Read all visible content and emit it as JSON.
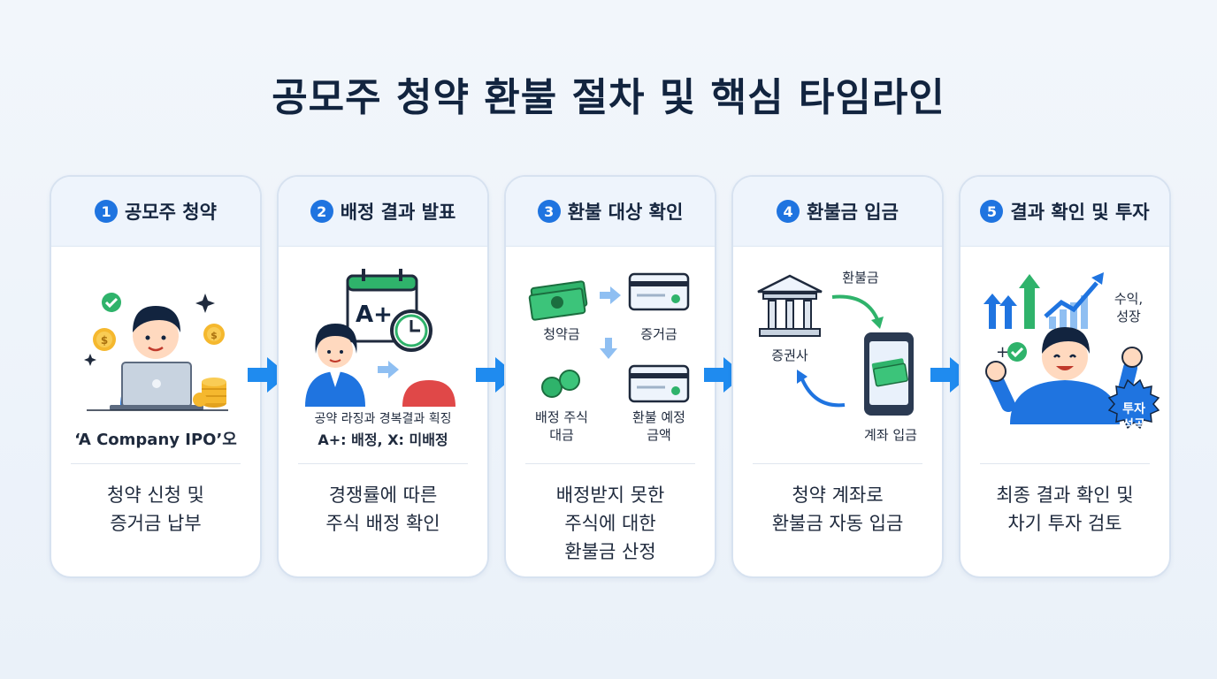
{
  "title": "공모주 청약 환불 절차 및 핵심 타임라인",
  "steps": [
    {
      "num": "1",
      "title": "공모주 청약",
      "caption": "‘A Company IPO’오",
      "desc_lines": [
        "청약 신청 및",
        "증거금 납부"
      ]
    },
    {
      "num": "2",
      "title": "배정 결과 발표",
      "calendar_grade": "A+",
      "caption_line1": "공약 라징과 경복결과 획징",
      "caption_line2": "A+: 배정, X: 미배정",
      "desc_lines": [
        "경쟁률에 따른",
        "주식 배정 확인"
      ]
    },
    {
      "num": "3",
      "title": "환불 대상 확인",
      "labels": {
        "subscription": "청약금",
        "deposit": "증거금",
        "allotted_line1": "배정 주식",
        "allotted_line2": "대금",
        "refund_line1": "환불 예정",
        "refund_line2": "금액"
      },
      "desc_lines": [
        "배정받지 못한",
        "주식에 대한",
        "환불금 산정"
      ]
    },
    {
      "num": "4",
      "title": "환불금 입금",
      "labels": {
        "refund": "환불금",
        "broker": "증권사",
        "account": "계좌 입금"
      },
      "desc_lines": [
        "청약 계좌로",
        "환불금 자동 입금"
      ]
    },
    {
      "num": "5",
      "title": "결과 확인 및 투자",
      "labels": {
        "growth_line1": "수익,",
        "growth_line2": "성장",
        "badge_line1": "투자",
        "badge_line2": "성공",
        "plus": "+"
      },
      "desc_lines": [
        "최종 결과 확인 및",
        "차기 투자 검토"
      ]
    }
  ],
  "colors": {
    "accent": "#1f74e0",
    "green": "#2fb36b",
    "navy": "#12243f"
  }
}
